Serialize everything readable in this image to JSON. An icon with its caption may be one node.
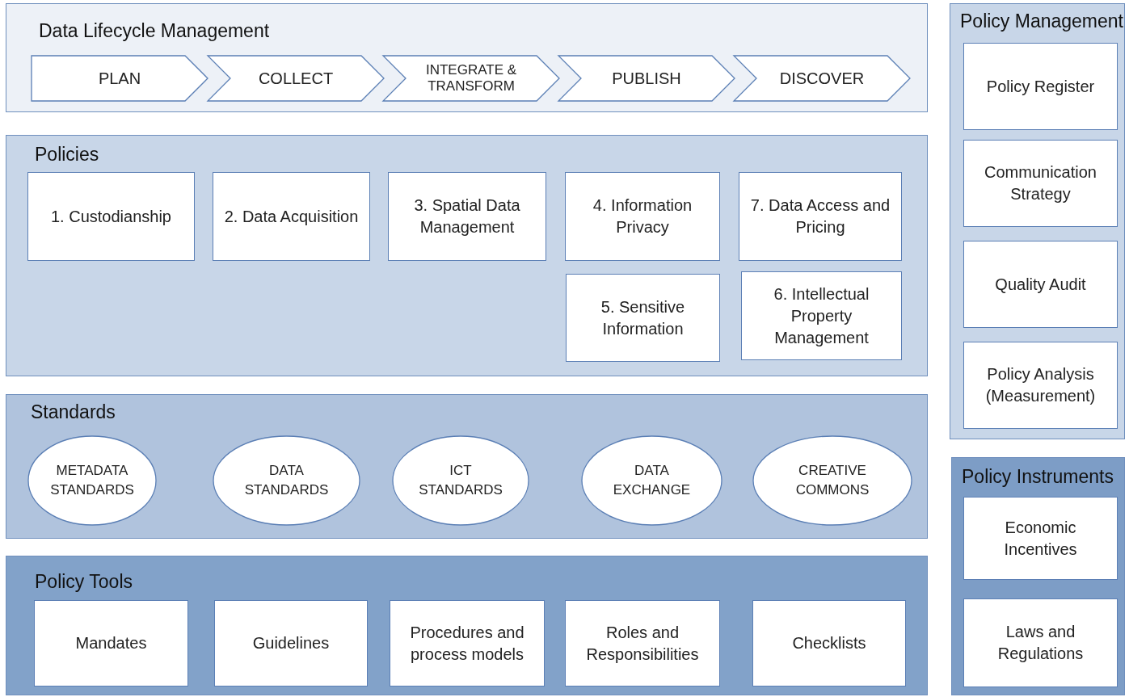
{
  "diagram": {
    "nodes": [
      {
        "text": [
          "Data Lifecycle Management"
        ]
      },
      {
        "text": [
          "PLAN"
        ],
        "in": 0
      },
      {
        "text": [
          "COLLECT"
        ],
        "in": 0
      },
      {
        "text": [
          "INTEGRATE & TRANSFORM"
        ],
        "in": 0
      },
      {
        "text": [
          "PUBLISH"
        ],
        "in": 0
      },
      {
        "text": [
          "DISCOVER"
        ],
        "in": 0
      },
      {
        "text": [
          "Policies"
        ]
      },
      {
        "text": [
          "1. Custodianship"
        ],
        "in": 6
      },
      {
        "text": [
          "2. Data Acquisition"
        ],
        "in": 6
      },
      {
        "text": [
          "3. Spatial Data Management"
        ],
        "in": 6
      },
      {
        "text": [
          "4. Information Privacy"
        ],
        "in": 6
      },
      {
        "text": [
          "7. Data Access and Pricing"
        ],
        "in": 6
      },
      {
        "text": [
          "5. Sensitive Information"
        ],
        "in": 6
      },
      {
        "text": [
          "6. Intellectual Property Management"
        ],
        "in": 6
      },
      {
        "text": [
          "Standards"
        ]
      },
      {
        "text": [
          "METADATA STANDARDS"
        ],
        "in": 14
      },
      {
        "text": [
          "DATA STANDARDS"
        ],
        "in": 14
      },
      {
        "text": [
          "ICT STANDARDS"
        ],
        "in": 14
      },
      {
        "text": [
          "DATA EXCHANGE"
        ],
        "in": 14
      },
      {
        "text": [
          "CREATIVE COMMONS"
        ],
        "in": 14
      },
      {
        "text": [
          "Policy Tools"
        ]
      },
      {
        "text": [
          "Mandates"
        ],
        "in": 20
      },
      {
        "text": [
          "Guidelines"
        ],
        "in": 20
      },
      {
        "text": [
          "Procedures and process models"
        ],
        "in": 20
      },
      {
        "text": [
          "Roles and Responsibilities"
        ],
        "in": 20
      },
      {
        "text": [
          "Checklists"
        ],
        "in": 20
      },
      {
        "text": [
          "Policy Management"
        ]
      },
      {
        "text": [
          "Policy Register"
        ],
        "in": 26
      },
      {
        "text": [
          "Communication Strategy"
        ],
        "in": 26
      },
      {
        "text": [
          "Quality Audit"
        ],
        "in": 26
      },
      {
        "text": [
          "Policy Analysis (Measurement)"
        ],
        "in": 26
      },
      {
        "text": [
          "Policy Instruments"
        ]
      },
      {
        "text": [
          "Economic Incentives"
        ],
        "in": 31
      },
      {
        "text": [
          "Laws and Regulations"
        ],
        "in": 31
      }
    ]
  }
}
